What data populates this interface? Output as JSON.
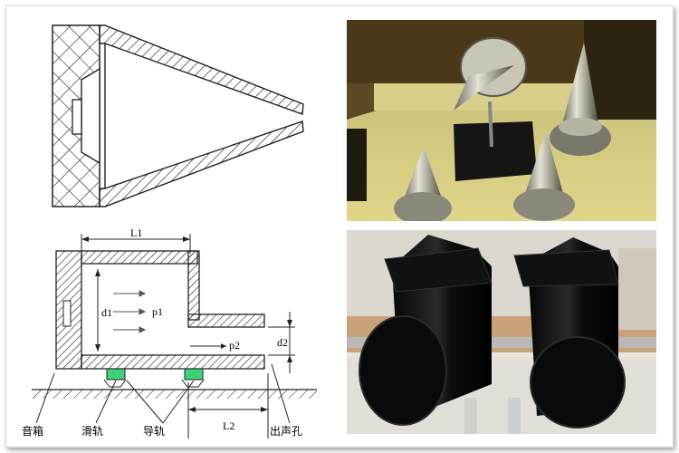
{
  "figure": {
    "drawing_b": {
      "length_top": "L1",
      "diameter_left": "d1",
      "pressure_1": "p1",
      "pressure_2": "p2",
      "diameter_right": "d2",
      "length_bottom": "L2",
      "label_left": "音箱",
      "label_a": "滑轨",
      "label_b": "导轨",
      "label_outlet": "出声孔"
    }
  }
}
